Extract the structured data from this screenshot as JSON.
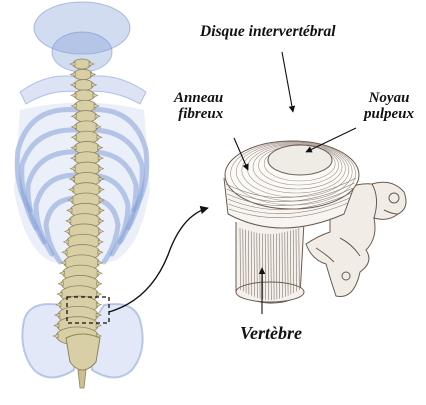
{
  "labels": {
    "disque": "Disque intervertébral",
    "anneau_line1": "Anneau",
    "anneau_line2": "fibreux",
    "noyau_line1": "Noyau",
    "noyau_line2": "pulpeux",
    "vertebre": "Vertèbre"
  },
  "colors": {
    "ribcage": "#7f9bd6",
    "bone": "#d9cfa6",
    "bone_shadow": "#8f845c",
    "drawing_ink": "#6a5a50",
    "text": "#111111"
  }
}
